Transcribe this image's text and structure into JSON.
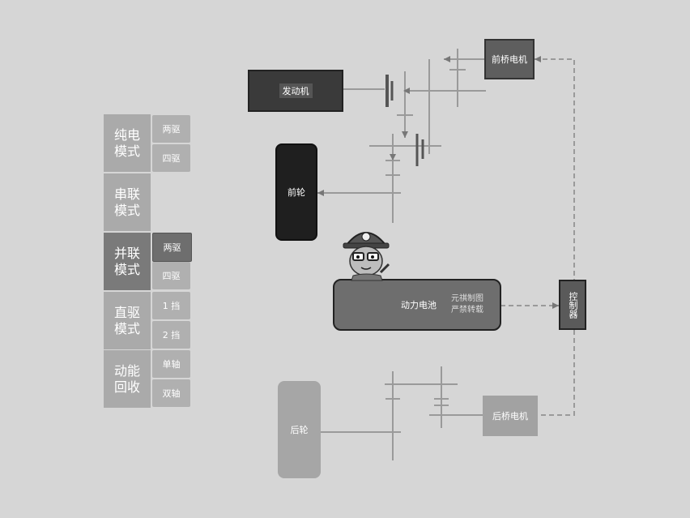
{
  "modes": [
    {
      "label": "纯电\n模式",
      "subs": [
        "两驱",
        "四驱"
      ]
    },
    {
      "label": "串联\n模式",
      "subs": []
    },
    {
      "label": "并联\n模式",
      "subs": [
        "两驱",
        "四驱"
      ],
      "active": true,
      "active_sub": 0
    },
    {
      "label": "直驱\n模式",
      "subs": [
        "1 挡",
        "2 挡"
      ]
    },
    {
      "label": "动能\n回收",
      "subs": [
        "单轴",
        "双轴"
      ]
    }
  ],
  "components": {
    "engine": "发动机",
    "front_motor": "前桥电机",
    "front_wheel": "前轮",
    "battery": "动力电池",
    "controller": "控制器",
    "rear_motor": "后桥电机",
    "rear_wheel": "后轮"
  },
  "watermark": {
    "line1": "元祺制图",
    "line2": "严禁转载"
  },
  "colors": {
    "background": "#d6d6d6",
    "dark": "#3a3a3a",
    "mid": "#7a7a7a",
    "light": "#aaaaaa"
  }
}
